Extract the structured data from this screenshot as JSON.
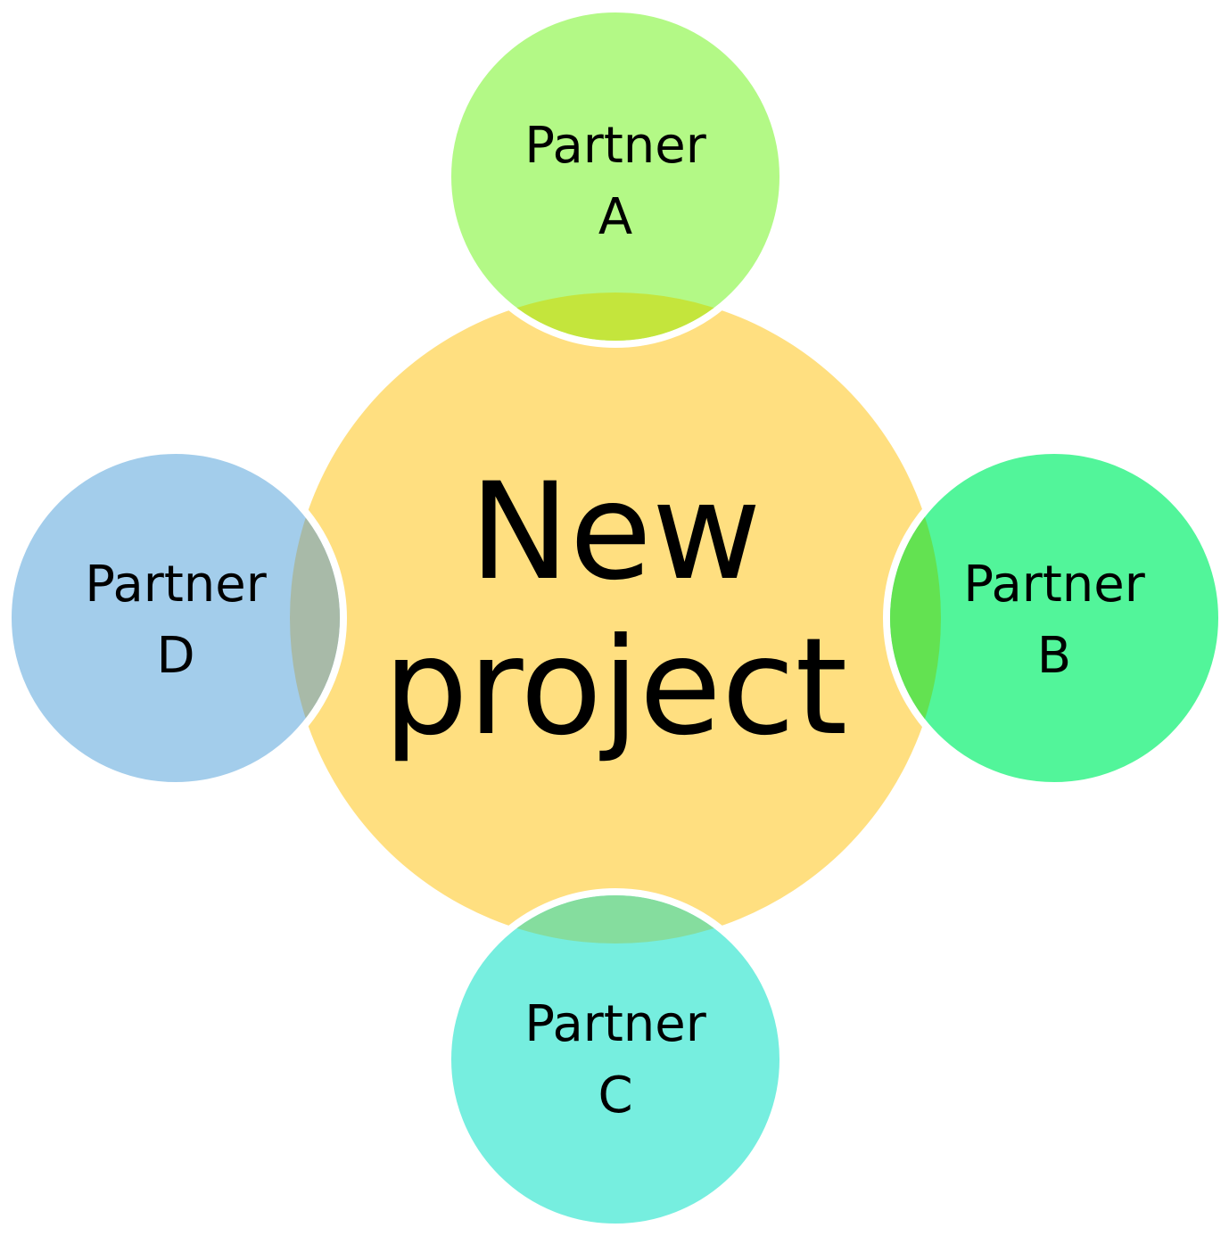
{
  "center": {
    "line1": "New",
    "line2": "project",
    "color": "#FFDF80"
  },
  "partners": [
    {
      "id": "a",
      "line1": "Partner",
      "line2": "A",
      "color": "#B3F986",
      "overlap_color": "#C4E53C"
    },
    {
      "id": "b",
      "line1": "Partner",
      "line2": "B",
      "color": "#52F59A",
      "overlap_color": "#63E251"
    },
    {
      "id": "c",
      "line1": "Partner",
      "line2": "C",
      "color": "#76EEDF",
      "overlap_color": "#85DD9E"
    },
    {
      "id": "d",
      "line1": "Partner",
      "line2": "D",
      "color": "#A3CDEB",
      "overlap_color": "#A8BAA8"
    }
  ]
}
